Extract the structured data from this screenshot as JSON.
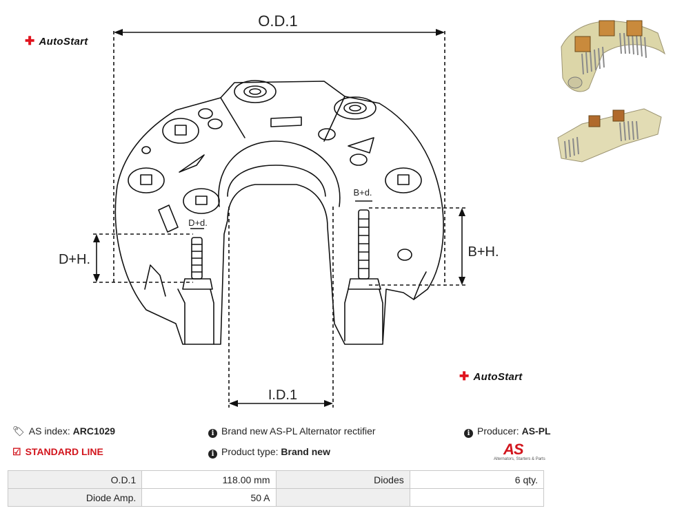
{
  "drawing": {
    "od_label": "O.D.1",
    "id_label": "I.D.1",
    "dh_label": "D+H.",
    "bh_label": "B+H.",
    "dd_label": "D+d.",
    "bd_label": "B+d."
  },
  "brand": {
    "name": "AutoStart",
    "as_logo": "AS",
    "as_tagline": "Alternators, Starters & Parts"
  },
  "info": {
    "as_index_label": "AS index:",
    "as_index_value": "ARC1029",
    "line": "STANDARD LINE",
    "description": "Brand new AS-PL Alternator rectifier",
    "product_type_label": "Product type:",
    "product_type_value": "Brand new",
    "producer_label": "Producer:",
    "producer_value": "AS-PL"
  },
  "specs": [
    {
      "label": "O.D.1",
      "value": "118.00 mm",
      "label2": "Diodes",
      "value2": "6 qty."
    },
    {
      "label": "Diode Amp.",
      "value": "50 A",
      "label2": "",
      "value2": ""
    }
  ],
  "colors": {
    "accent": "#d2151d",
    "table_label_bg": "#efefef",
    "border": "#c8c8c8"
  }
}
